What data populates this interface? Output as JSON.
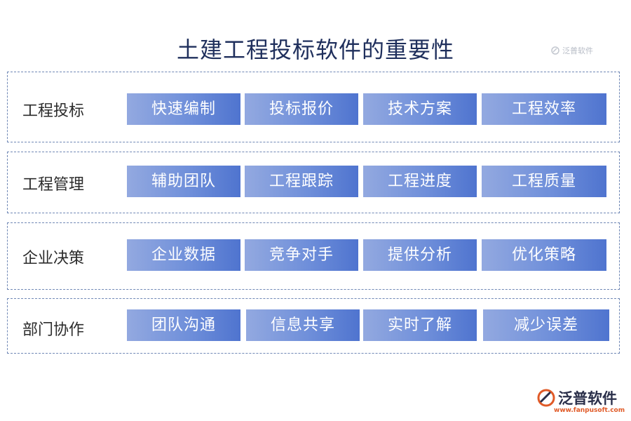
{
  "title": "土建工程投标软件的重要性",
  "watermark": {
    "text": "泛普软件"
  },
  "rows": [
    {
      "label": "工程投标",
      "items": [
        "快速编制",
        "投标报价",
        "技术方案",
        "工程效率"
      ]
    },
    {
      "label": "工程管理",
      "items": [
        "辅助团队",
        "工程跟踪",
        "工程进度",
        "工程质量"
      ]
    },
    {
      "label": "企业决策",
      "items": [
        "企业数据",
        "竞争对手",
        "提供分析",
        "优化策略"
      ]
    },
    {
      "label": "部门协作",
      "items": [
        "团队沟通",
        "信息共享",
        "实时了解",
        "减少误差"
      ]
    }
  ],
  "brand": {
    "name": "泛普软件",
    "url": "www.fanpusoft.com"
  },
  "colors": {
    "title": "#1f2f5c",
    "tile_start": "#93a9e0",
    "tile_end": "#4f74cf",
    "border": "#6f87b5"
  }
}
